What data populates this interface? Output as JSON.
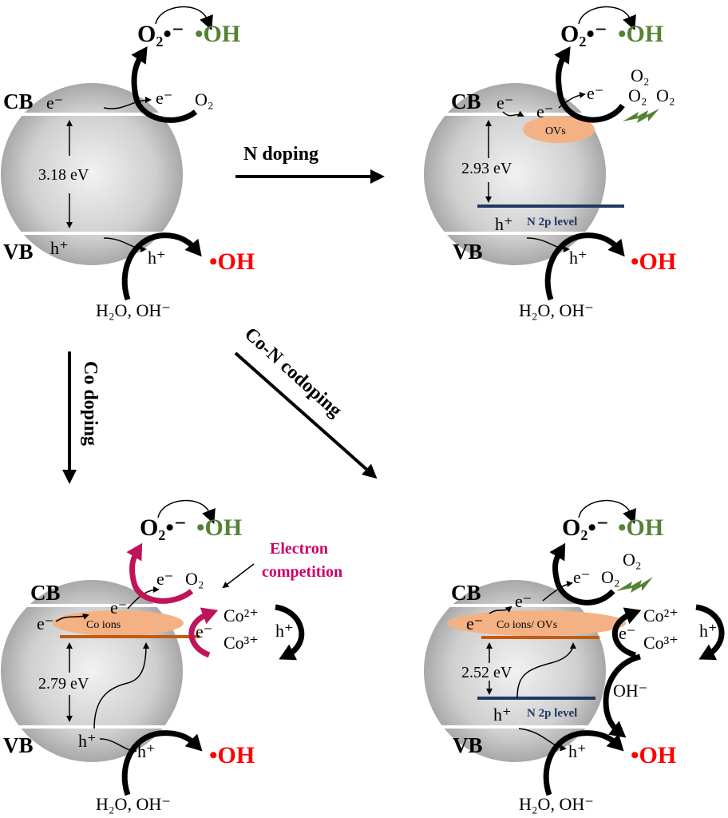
{
  "colors": {
    "green_oh": "#548235",
    "red_oh": "#ff0000",
    "magenta": "#cc0066",
    "ovs_fill": "#f4b183",
    "co_level": "#c55a11",
    "n2p_level": "#1f3864",
    "sphere": "#bdbdbd"
  },
  "common": {
    "cb": "CB",
    "vb": "VB",
    "e": "e⁻",
    "h": "h⁺",
    "o2": "O₂",
    "superoxide": "O₂•⁻",
    "oh": "•OH",
    "water": "H₂O, OH⁻",
    "co2": "Co²⁺",
    "co3": "Co³⁺",
    "ohminus": "OH⁻"
  },
  "panels": {
    "pristine": {
      "gap": "3.18 eV"
    },
    "n_doped": {
      "gap": "2.93 eV",
      "ovs": "OVs",
      "n2p": "N 2p level"
    },
    "co_doped": {
      "gap": "2.79 eV",
      "co_ions": "Co ions",
      "competition_line1": "Electron",
      "competition_line2": "competition"
    },
    "co_n_codoped": {
      "gap": "2.52 eV",
      "co_ions_ovs": "Co ions/ OVs",
      "n2p": "N 2p level"
    }
  },
  "transitions": {
    "n_doping": "N doping",
    "co_doping": "Co doping",
    "co_n_codoping": "Co-N codoping"
  }
}
